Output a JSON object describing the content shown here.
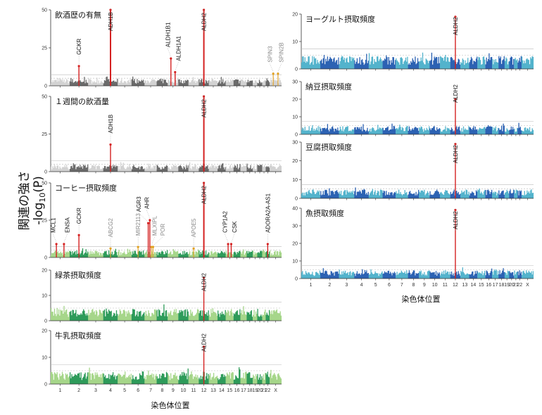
{
  "figure": {
    "ylabel_main": "関連の強さ",
    "ylabel_log": "-log",
    "ylabel_sub": "10",
    "ylabel_p": "(P)",
    "xlabel": "染色体位置"
  },
  "colors": {
    "significant": "#d42020",
    "other_significant": "#e0a020",
    "threshold": "#bbbbbb"
  },
  "chart_data": [
    {
      "type": "scatter",
      "title": "飲酒歴の有無",
      "ylim": [
        0,
        50
      ],
      "yticks": [
        0,
        25,
        50
      ],
      "palette": [
        "#d2d2d2",
        "#6b6b6b"
      ],
      "chromosomes": [
        "1",
        "2",
        "3",
        "4",
        "5",
        "6",
        "7",
        "8",
        "9",
        "10",
        "11",
        "12",
        "13",
        "14",
        "15",
        "16",
        "17",
        "18",
        "19",
        "20",
        "21",
        "22",
        "X"
      ],
      "peaks": [
        {
          "gene": "GCKR",
          "chr": "2",
          "logp": 13,
          "color": "significant"
        },
        {
          "gene": "ADH1B",
          "chr": "4",
          "logp": 50,
          "color": "significant"
        },
        {
          "gene": "ALDH1B1",
          "chr": "9",
          "logp": 18,
          "color": "significant"
        },
        {
          "gene": "ALDH1A1",
          "chr": "9",
          "logp": 9,
          "color": "significant"
        },
        {
          "gene": "ALDH2",
          "chr": "12",
          "logp": 50,
          "color": "significant"
        },
        {
          "gene": "SPIN3",
          "chr": "X",
          "logp": 8,
          "color": "other_significant",
          "faded": true
        },
        {
          "gene": "SPIN2B",
          "chr": "X",
          "logp": 8,
          "color": "other_significant",
          "faded": true
        }
      ]
    },
    {
      "type": "scatter",
      "title": "１週間の飲酒量",
      "ylim": [
        0,
        50
      ],
      "yticks": [
        0,
        25,
        50
      ],
      "palette": [
        "#d2d2d2",
        "#6b6b6b"
      ],
      "peaks": [
        {
          "gene": "ADH1B",
          "chr": "4",
          "logp": 18,
          "color": "significant"
        },
        {
          "gene": "ALDH2",
          "chr": "12",
          "logp": 50,
          "color": "significant"
        }
      ]
    },
    {
      "type": "scatter",
      "title": "コーヒー摂取頻度",
      "ylim": [
        0,
        50
      ],
      "yticks": [
        0,
        25,
        50
      ],
      "palette": [
        "#a6d68a",
        "#2e9b5a"
      ],
      "peaks": [
        {
          "gene": "MCL1",
          "chr": "1",
          "logp": 9,
          "color": "significant"
        },
        {
          "gene": "ENSA",
          "chr": "1",
          "logp": 9,
          "color": "significant"
        },
        {
          "gene": "GCKR",
          "chr": "2",
          "logp": 15,
          "color": "significant"
        },
        {
          "gene": "ABCG2",
          "chr": "4",
          "logp": 6,
          "color": "other_significant",
          "faded": true
        },
        {
          "gene": "MIR2113",
          "chr": "6",
          "logp": 7,
          "color": "other_significant",
          "faded": true
        },
        {
          "gene": "AGR3",
          "chr": "7",
          "logp": 23,
          "color": "significant"
        },
        {
          "gene": "AHR",
          "chr": "7",
          "logp": 25,
          "color": "significant"
        },
        {
          "gene": "MLXIPL",
          "chr": "7",
          "logp": 7,
          "color": "other_significant",
          "faded": true
        },
        {
          "gene": "POR",
          "chr": "7",
          "logp": 7,
          "color": "other_significant",
          "faded": true
        },
        {
          "gene": "APOE5",
          "chr": "11",
          "logp": 6,
          "color": "other_significant",
          "faded": true
        },
        {
          "gene": "ALDH2",
          "chr": "12",
          "logp": 50,
          "color": "significant"
        },
        {
          "gene": "CYP1A2",
          "chr": "15",
          "logp": 9,
          "color": "significant"
        },
        {
          "gene": "CSK",
          "chr": "15",
          "logp": 9,
          "color": "significant"
        },
        {
          "gene": "ADORA2A-AS1",
          "chr": "22",
          "logp": 9,
          "color": "significant"
        }
      ]
    },
    {
      "type": "scatter",
      "title": "緑茶摂取頻度",
      "ylim": [
        0,
        20
      ],
      "yticks": [
        0,
        10,
        20
      ],
      "palette": [
        "#a6d68a",
        "#2e9b5a"
      ],
      "peaks": [
        {
          "gene": "ALDH2",
          "chr": "12",
          "logp": 17,
          "color": "significant"
        }
      ]
    },
    {
      "type": "scatter",
      "title": "牛乳摂取頻度",
      "ylim": [
        0,
        20
      ],
      "yticks": [
        0,
        10,
        20
      ],
      "palette": [
        "#a6d68a",
        "#2e9b5a"
      ],
      "peaks": [
        {
          "gene": "ALDH2",
          "chr": "12",
          "logp": 14,
          "color": "significant"
        }
      ]
    },
    {
      "type": "scatter",
      "title": "ヨーグルト摂取頻度",
      "ylim": [
        0,
        20
      ],
      "yticks": [
        0,
        10,
        20
      ],
      "palette": [
        "#53b3cc",
        "#2c62b3"
      ],
      "peaks": [
        {
          "gene": "ALDH2",
          "chr": "12",
          "logp": 19,
          "color": "significant"
        }
      ]
    },
    {
      "type": "scatter",
      "title": "納豆摂取頻度",
      "ylim": [
        0,
        30
      ],
      "yticks": [
        0,
        10,
        20,
        30
      ],
      "palette": [
        "#53b3cc",
        "#2c62b3"
      ],
      "peaks": [
        {
          "gene": "ALDH2",
          "chr": "12",
          "logp": 20,
          "color": "significant"
        }
      ]
    },
    {
      "type": "scatter",
      "title": "豆腐摂取頻度",
      "ylim": [
        0,
        30
      ],
      "yticks": [
        0,
        10,
        20,
        30
      ],
      "palette": [
        "#53b3cc",
        "#2c62b3"
      ],
      "peaks": [
        {
          "gene": "ALDH2",
          "chr": "12",
          "logp": 29,
          "color": "significant"
        }
      ]
    },
    {
      "type": "scatter",
      "title": "魚摂取頻度",
      "ylim": [
        0,
        40
      ],
      "yticks": [
        0,
        10,
        20,
        30,
        40
      ],
      "palette": [
        "#53b3cc",
        "#2c62b3"
      ],
      "peaks": [
        {
          "gene": "ALDH2",
          "chr": "12",
          "logp": 39,
          "color": "significant"
        }
      ]
    }
  ]
}
